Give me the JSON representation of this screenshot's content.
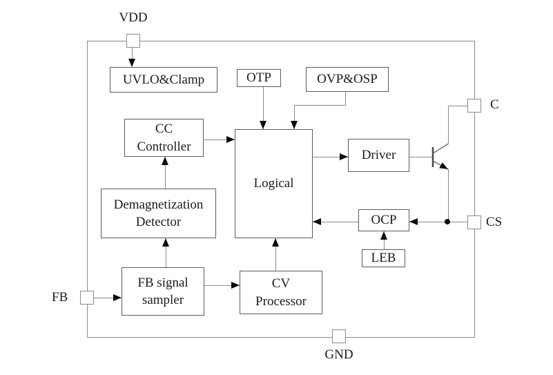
{
  "blocks": {
    "uvlo_clamp": "UVLO&Clamp",
    "otp": "OTP",
    "ovp_osp": "OVP&OSP",
    "cc_controller": "CC\nController",
    "logical": "Logical",
    "driver": "Driver",
    "demag_detector": "Demagnetization\nDetector",
    "fb_signal_sampler": "FB signal\nsampler",
    "cv_processor": "CV\nProcessor",
    "ocp": "OCP",
    "leb": "LEB"
  },
  "pins": {
    "vdd": "VDD",
    "c": "C",
    "cs": "CS",
    "fb": "FB",
    "gnd": "GND"
  },
  "colors": {
    "wire": "#8a8a8a",
    "block_border": "#5a5a5a",
    "arrow": "#0a0a0a",
    "text": "#1b1b1b",
    "background": "#ffffff"
  }
}
